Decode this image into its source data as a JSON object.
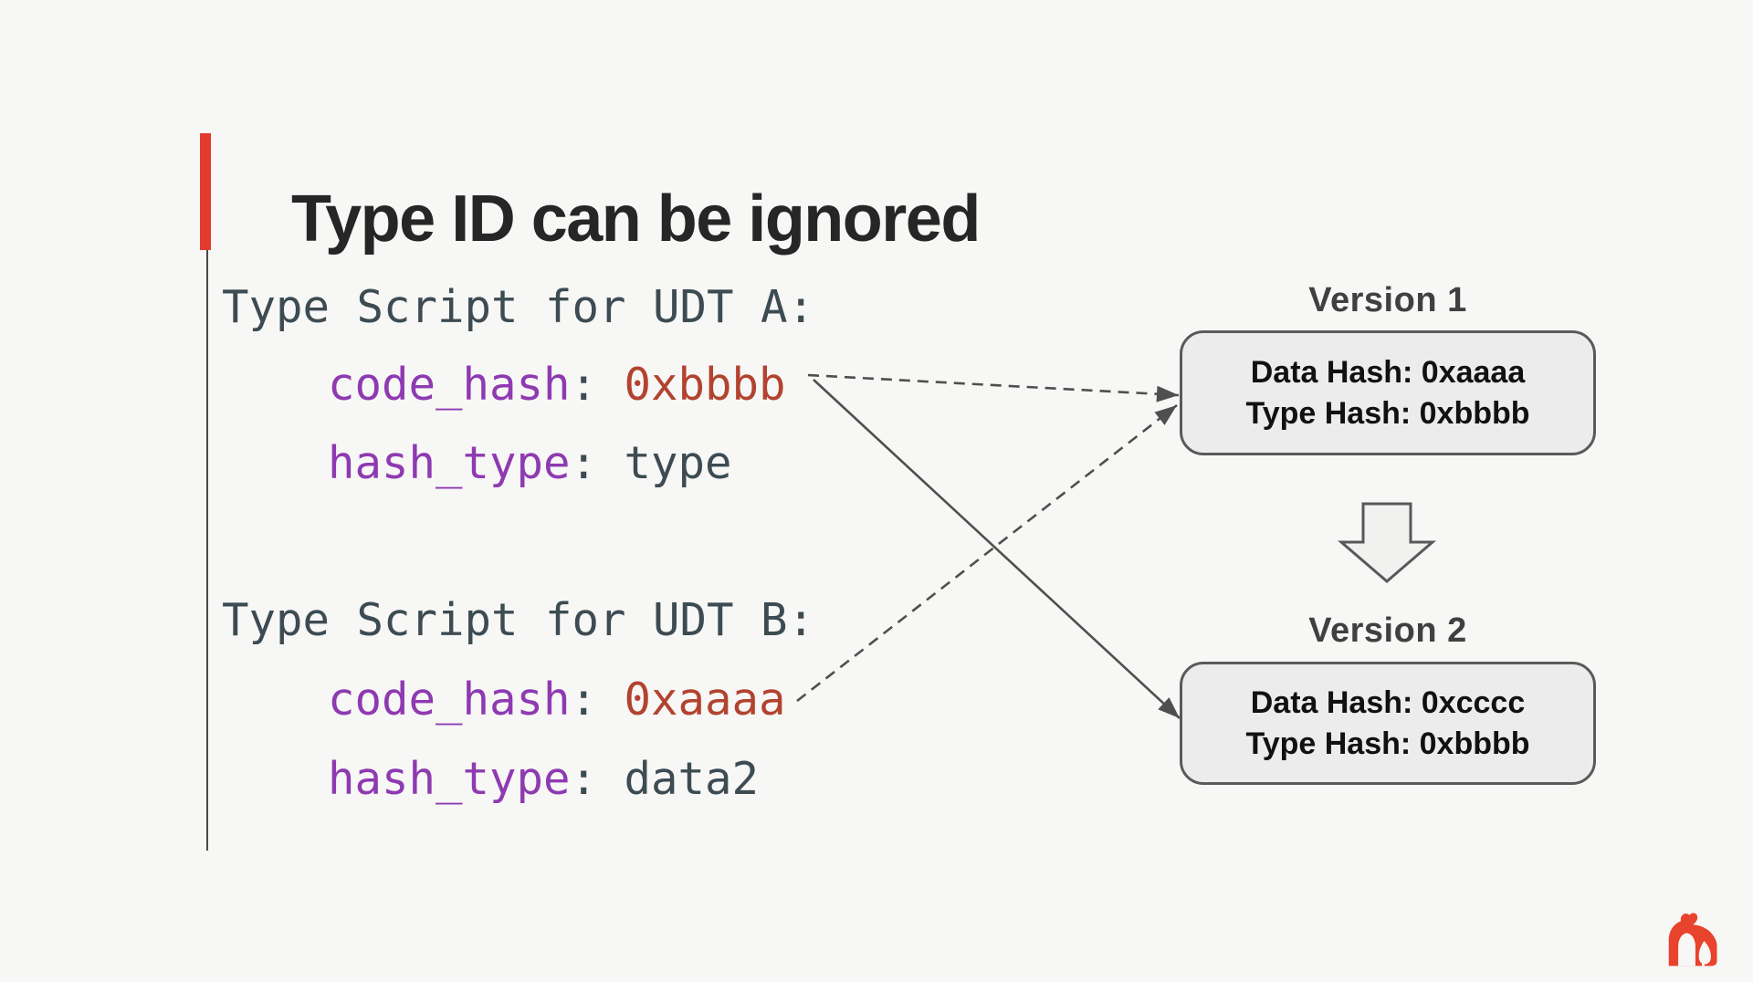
{
  "slide": {
    "title": "Type ID can be ignored"
  },
  "code_panel": {
    "block_a": {
      "header": "Type Script for UDT A:",
      "lines": [
        {
          "key": "code_hash",
          "sep": ": ",
          "value": "0xbbbb"
        },
        {
          "key": "hash_type",
          "sep": ": ",
          "value": "type"
        }
      ]
    },
    "block_b": {
      "header": "Type Script for UDT B:",
      "lines": [
        {
          "key": "code_hash",
          "sep": ": ",
          "value": "0xaaaa"
        },
        {
          "key": "hash_type",
          "sep": ": ",
          "value": "data2"
        }
      ]
    }
  },
  "versions": [
    {
      "label": "Version 1",
      "lines": [
        "Data Hash: 0xaaaa",
        "Type Hash: 0xbbbb"
      ]
    },
    {
      "label": "Version 2",
      "lines": [
        "Data Hash: 0xcccc",
        "Type Hash: 0xbbbb"
      ]
    }
  ],
  "icons": {
    "down_arrow": "block-down-arrow",
    "logo": "gorilla-logo"
  },
  "colors": {
    "background": "#f7f7f6",
    "accent_red": "#e23a2c",
    "keyword_purple": "#8e3ab1",
    "value_red": "#b2432f",
    "code_plain": "#3d4b52",
    "title": "#262626",
    "box_fill": "#ececec",
    "box_border": "#5a5a5a",
    "arrow_gray": "#4f4f4f",
    "logo_red": "#e8432c"
  }
}
